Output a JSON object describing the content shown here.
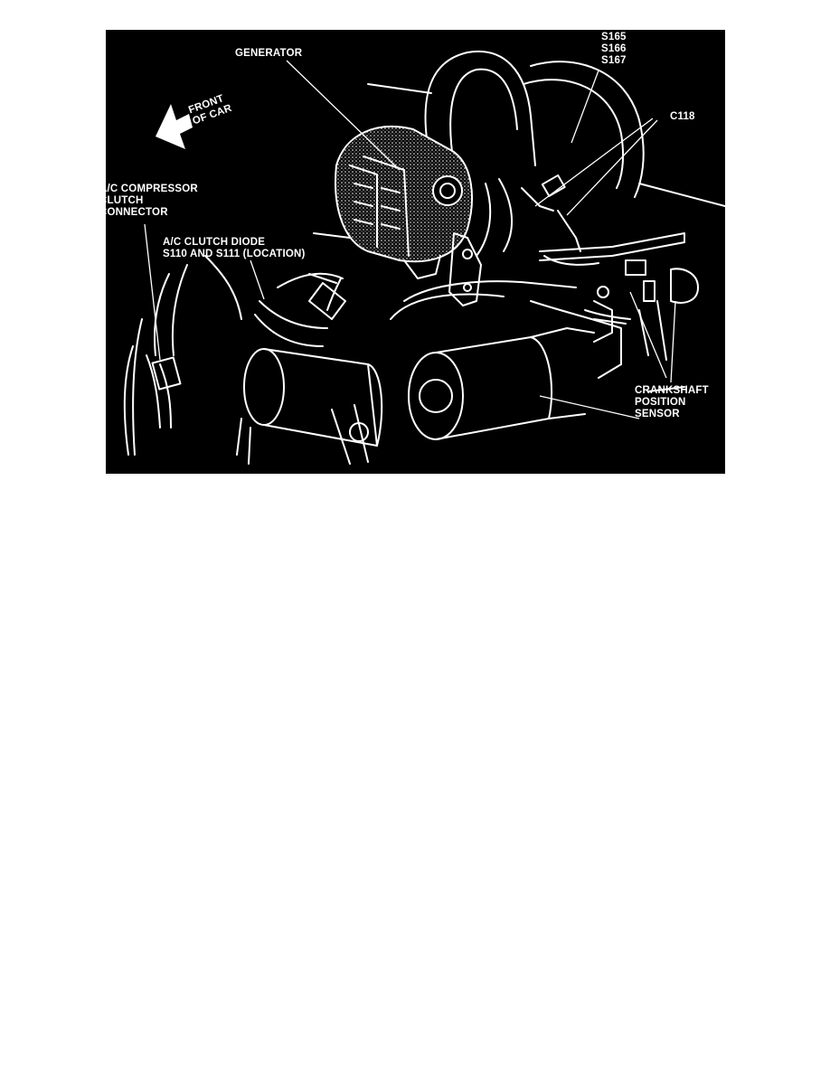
{
  "figure": {
    "background": "#000000",
    "ink": "#ffffff",
    "labels": {
      "generator": "GENERATOR",
      "splices": "S165\nS166\nS167",
      "front_of_car": "FRONT\nOF CAR",
      "c118": "C118",
      "ac_compressor": "A/C COMPRESSOR\nCLUTCH\nCONNECTOR",
      "ac_clutch_diode": "A/C CLUTCH DIODE\nS110 AND S111 (LOCATION)",
      "crankshaft_sensor": "CRANKSHAFT\nPOSITION\nSENSOR"
    }
  }
}
